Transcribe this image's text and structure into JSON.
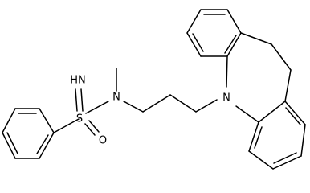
{
  "molecule": {
    "atoms": {
      "imine": "HN",
      "sulfur": "S",
      "oxygen": "O",
      "sulfonimide_nitrogen": "N",
      "ring_nitrogen": "N"
    }
  }
}
